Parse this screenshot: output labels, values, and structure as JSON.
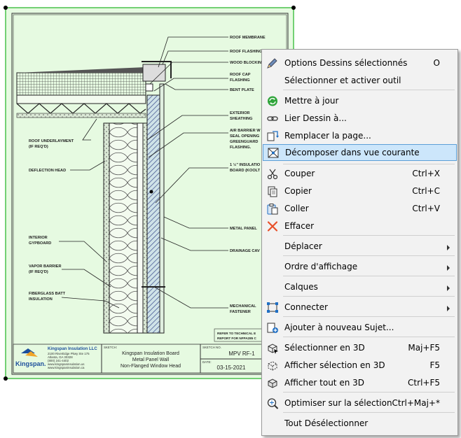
{
  "drawing": {
    "callouts": [
      "ROOF MEMBRANE",
      "ROOF FLASHING",
      "WOOD BLOCKING",
      "ROOF CAP",
      "FLASHING",
      "BENT PLATE",
      "EXTERIOR",
      "SHEATHING",
      "AIR BARRIER W",
      "SEAL OPENING",
      "GREENGUARD",
      "FLASHING.",
      "1 ½\" INSULATIO",
      "BOARD (KOOLT",
      "METAL PANEL",
      "DRAINAGE CAV",
      "MECHANICAL",
      "FASTENER",
      "ROOF UNDERLAYMENT",
      "(IF REQ'D)",
      "DEFLECTION HEAD",
      "INTERIOR",
      "GYPBOARD",
      "VAPOR BARRIER",
      "(IF REQ'D)",
      "FIBERGLASS BATT",
      "INSULATION",
      "REFER TO TECHNICAL E",
      "REPORT FOR NFPA285 C"
    ],
    "title_block": {
      "logo": "Kingspan.",
      "company_name": "Kingspan Insulation LLC",
      "address_lines": [
        "2100 RiverEdge Pkwy Ste 175",
        "Atlanta, GA 30328",
        "(800) 241-4402",
        "www.kingspaninsulation.us",
        "www.kingspaninsulation.ca"
      ],
      "sketch_label": "SKETCH:",
      "sketch_lines": [
        "Kingspan Insulation Board",
        "Metal Panel Wall",
        "Non-Flanged Window Head"
      ],
      "sketch_no_label": "SKETCH NO.",
      "sketch_no": "MPV RF-1",
      "date_label": "DATE:",
      "date": "03-15-2021"
    },
    "colors": {
      "background": "#e6fae1",
      "frame": "#49c24b"
    }
  },
  "context_menu": {
    "items": [
      {
        "label": "Options Dessins sélectionnés",
        "shortcut": "O",
        "icon": "drawing-options-icon"
      },
      {
        "label": "Sélectionner et activer outil",
        "shortcut": ""
      },
      {
        "label": "Mettre à jour",
        "shortcut": "",
        "icon": "update-icon"
      },
      {
        "label": "Lier Dessin à...",
        "shortcut": "",
        "icon": "link-icon"
      },
      {
        "label": "Remplacer la page...",
        "shortcut": "",
        "icon": "replace-page-icon"
      },
      {
        "label": "Décomposer dans vue courante",
        "shortcut": "",
        "icon": "explode-icon"
      },
      {
        "label": "Couper",
        "shortcut": "Ctrl+X",
        "icon": "scissors-icon"
      },
      {
        "label": "Copier",
        "shortcut": "Ctrl+C",
        "icon": "copy-icon"
      },
      {
        "label": "Coller",
        "shortcut": "Ctrl+V",
        "icon": "paste-icon"
      },
      {
        "label": "Effacer",
        "shortcut": "",
        "icon": "delete-x-icon"
      },
      {
        "label": "Déplacer",
        "shortcut": ""
      },
      {
        "label": "Ordre d'affichage",
        "shortcut": ""
      },
      {
        "label": "Calques",
        "shortcut": ""
      },
      {
        "label": "Connecter",
        "shortcut": "",
        "icon": "connect-icon"
      },
      {
        "label": "Ajouter à nouveau Sujet...",
        "shortcut": "",
        "icon": "add-issue-icon"
      },
      {
        "label": "Sélectionner en 3D",
        "shortcut": "Maj+F5",
        "icon": "select-3d-icon"
      },
      {
        "label": "Afficher sélection en 3D",
        "shortcut": "F5",
        "icon": "show-selection-3d-icon"
      },
      {
        "label": "Afficher tout en 3D",
        "shortcut": "Ctrl+F5",
        "icon": "show-all-3d-icon"
      },
      {
        "label": "Optimiser sur la sélection",
        "shortcut": "Ctrl+Maj+*",
        "icon": "zoom-selection-icon"
      },
      {
        "label": "Tout Désélectionner",
        "shortcut": ""
      }
    ],
    "highlighted": "Décomposer dans vue courante",
    "colors": {
      "highlight_bg": "#cce6fb",
      "highlight_border": "#5b9fd7",
      "delete_icon": "#e8502a",
      "update_icon": "#2fa43a"
    }
  }
}
